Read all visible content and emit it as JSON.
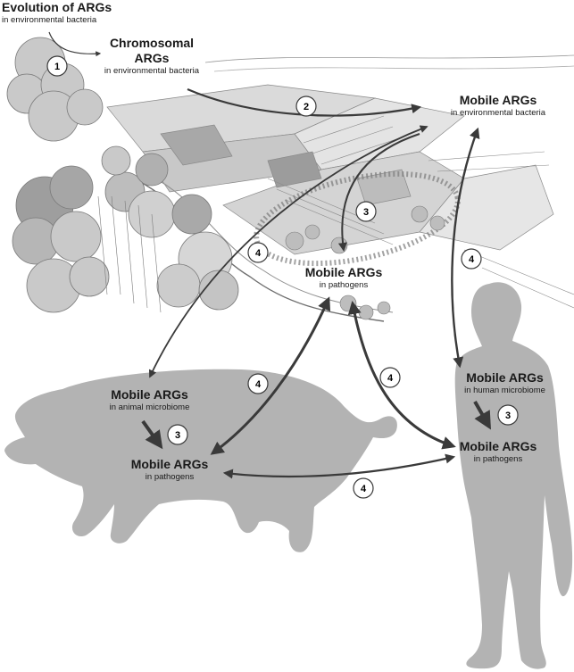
{
  "title": {
    "main": "Evolution of ARGs",
    "sub": "in environmental bacteria"
  },
  "nodes": {
    "chromosomal": {
      "line1": "Chromosomal",
      "line2": "ARGs",
      "sub": "in environmental bacteria"
    },
    "env_mobile": {
      "main": "Mobile ARGs",
      "sub": "in environmental bacteria"
    },
    "env_pathogens": {
      "main": "Mobile ARGs",
      "sub": "in pathogens"
    },
    "animal_microbiome": {
      "main": "Mobile ARGs",
      "sub": "in animal microbiome"
    },
    "animal_pathogens": {
      "main": "Mobile ARGs",
      "sub": "in pathogens"
    },
    "human_microbiome": {
      "main": "Mobile ARGs",
      "sub": "in human microbiome"
    },
    "human_pathogens": {
      "main": "Mobile ARGs",
      "sub": "in pathogens"
    }
  },
  "steps": {
    "s1": "1",
    "s2": "2",
    "s3_env": "3",
    "s3_animal": "3",
    "s3_human": "3",
    "s4_env_animal": "4",
    "s4_env_human": "4",
    "s4_animal_pathogen": "4",
    "s4_pathogen_human": "4",
    "s4_animal_human": "4"
  },
  "colors": {
    "silhouette": "#b3b3b3",
    "arrow": "#3a3a3a",
    "landscape_line": "#7a7a7a",
    "foliage": "#c9c9c9"
  }
}
